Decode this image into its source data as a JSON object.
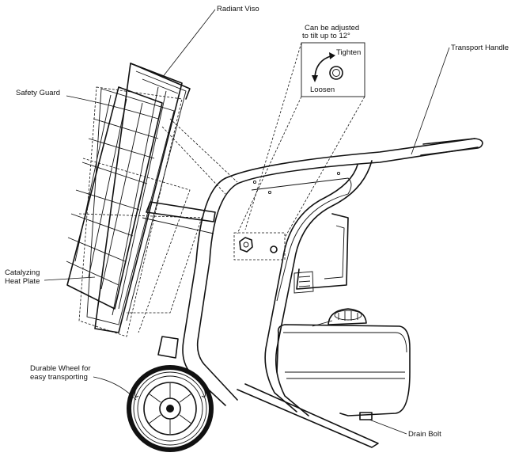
{
  "labels": {
    "radiant_visor": "Radiant Viso",
    "safety_guard": "Safety Guard",
    "tilt_line1": "Can be adjusted",
    "tilt_line2": "to tilt up to 12°",
    "tighten": "Tighten",
    "loosen": "Loosen",
    "transport_handle": "Transport Handle",
    "catalyzing_line1": "Catalyzing",
    "catalyzing_line2": "Heat Plate",
    "wheel_line1": "Durable Wheel for",
    "wheel_line2": "easy transporting",
    "drain_bolt": "Drain Bolt"
  },
  "colors": {
    "ink": "#111111",
    "background": "#ffffff"
  }
}
